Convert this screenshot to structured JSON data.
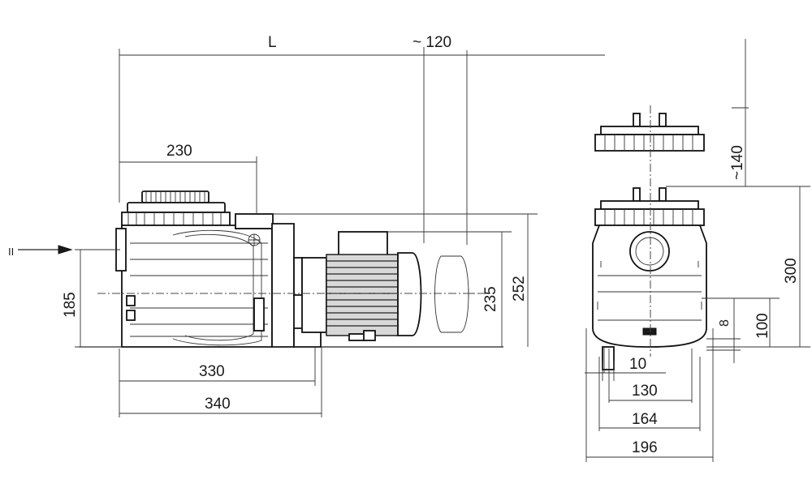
{
  "dimensions": {
    "length": "L",
    "motor_clearance": "~ 120",
    "lid_to_flange": "230",
    "inlet_height": "185",
    "motor_height": "235",
    "total_height": "252",
    "base_length_1": "330",
    "base_length_2": "340",
    "lid_clearance": "~140",
    "side_total_height": "300",
    "outlet_height": "100",
    "drain_offset": "8",
    "foot_width": "10",
    "width_130": "130",
    "width_164": "164",
    "width_196": "196"
  },
  "inlet_marker": "II"
}
